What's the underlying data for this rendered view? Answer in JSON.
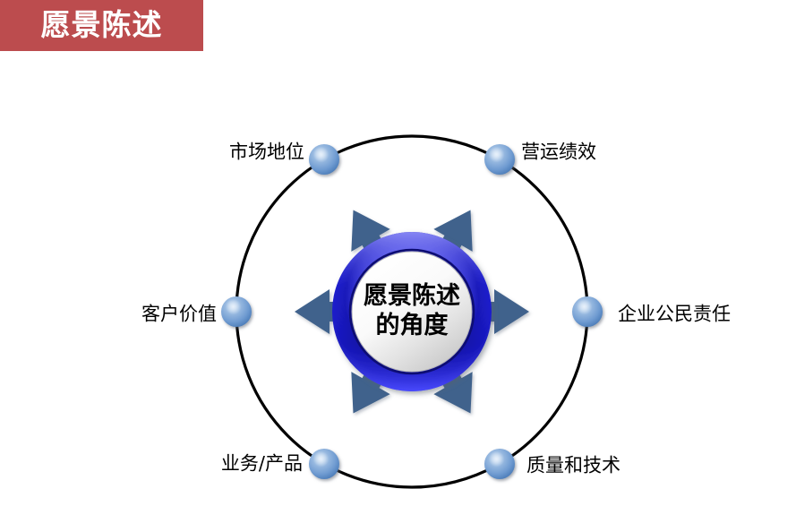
{
  "banner": {
    "title": "愿景陈述",
    "background_color": "#bc4c4e",
    "text_color": "#ffffff"
  },
  "diagram": {
    "type": "radial-hub-and-spoke",
    "hub": {
      "line1": "愿景陈述",
      "line2": "的角度",
      "ring_color": "#1a1acd",
      "ring_outer_color": "#6a6ae8",
      "face_color": "#f2f2f2"
    },
    "ring_color": "#000000",
    "node_color": "#6f9bd1",
    "arrow_color": "#4a6e96",
    "nodes": [
      {
        "id": "market-position",
        "label": "市场地位",
        "label_side": "left",
        "angle_deg": -120
      },
      {
        "id": "operating-performance",
        "label": "营运绩效",
        "label_side": "right",
        "angle_deg": -60
      },
      {
        "id": "customer-value",
        "label": "客户价值",
        "label_side": "left",
        "angle_deg": 180
      },
      {
        "id": "corporate-citizenship",
        "label": "企业公民责任",
        "label_side": "right",
        "angle_deg": 0
      },
      {
        "id": "business-products",
        "label": "业务/产品",
        "label_side": "left",
        "angle_deg": 120
      },
      {
        "id": "quality-technology",
        "label": "质量和技术",
        "label_side": "right",
        "angle_deg": 60
      }
    ]
  }
}
